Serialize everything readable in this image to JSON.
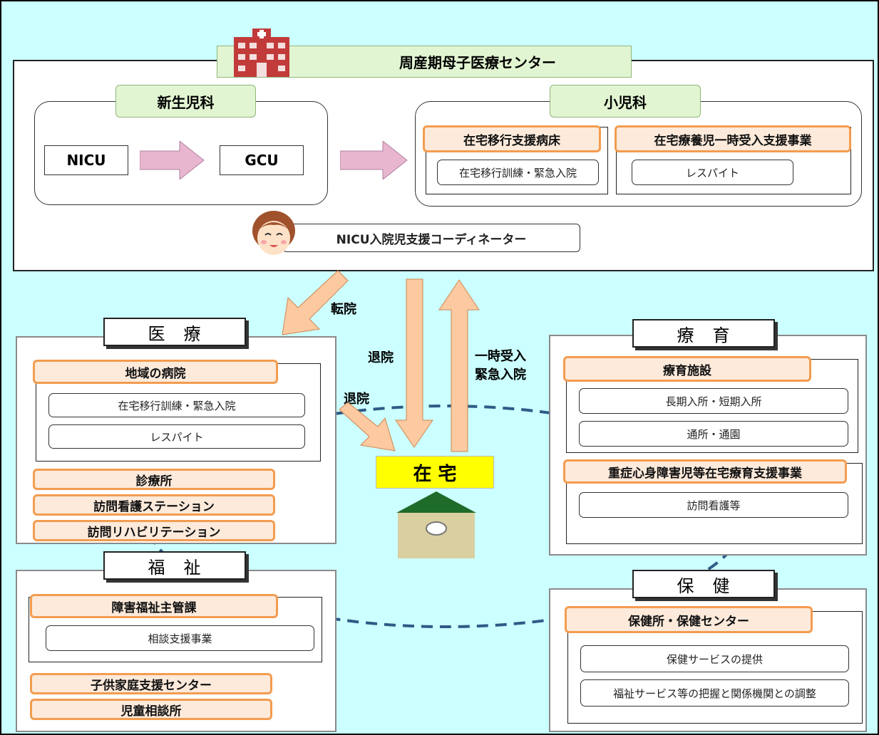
{
  "center": {
    "title": "周産期母子医療センター",
    "neonatal": {
      "title": "新生児科",
      "nicu": "NICU",
      "gcu": "GCU"
    },
    "pediatrics": {
      "title": "小児科",
      "transition_ward": {
        "title": "在宅移行支援病床",
        "item": "在宅移行訓練・緊急入院"
      },
      "respite_program": {
        "title": "在宅療養児一時受入支援事業",
        "item": "レスパイト"
      }
    },
    "coordinator": "NICU入院児支援コーディネーター"
  },
  "flows": {
    "transfer": "転院",
    "discharge_left": "退院",
    "discharge_center": "退院",
    "temporary_admission_line1": "一時受入",
    "temporary_admission_line2": "緊急入院"
  },
  "home": {
    "label": "在 宅"
  },
  "medical": {
    "header": "医　療",
    "local_hospital": {
      "title": "地域の病院",
      "items": [
        "在宅移行訓練・緊急入院",
        "レスパイト"
      ]
    },
    "clinic": "診療所",
    "visiting_nurse_station": "訪問看護ステーション",
    "visiting_rehab": "訪問リハビリテーション"
  },
  "welfare": {
    "header": "福　祉",
    "disability_dept": {
      "title": "障害福祉主管課",
      "item": "相談支援事業"
    },
    "family_support_center": "子供家庭支援センター",
    "child_guidance": "児童相談所"
  },
  "care": {
    "header": "療　育",
    "facility": {
      "title": "療育施設",
      "items": [
        "長期入所・短期入所",
        "通所・通園"
      ]
    },
    "severe_support": {
      "title": "重症心身障害児等在宅療育支援事業",
      "item": "訪問看護等"
    }
  },
  "health": {
    "header": "保　健",
    "health_center": {
      "title": "保健所・保健センター",
      "items": [
        "保健サービスの提供",
        "福祉サービス等の把握と関係機関との調整"
      ]
    }
  },
  "colors": {
    "background": "#ccffff",
    "orange_border": "#f39c4f",
    "orange_fill": "#fdeadb",
    "arrow_fill": "#fcc9a1",
    "dashed_line": "#2e5a86",
    "green_header": "#e2f5d2"
  }
}
